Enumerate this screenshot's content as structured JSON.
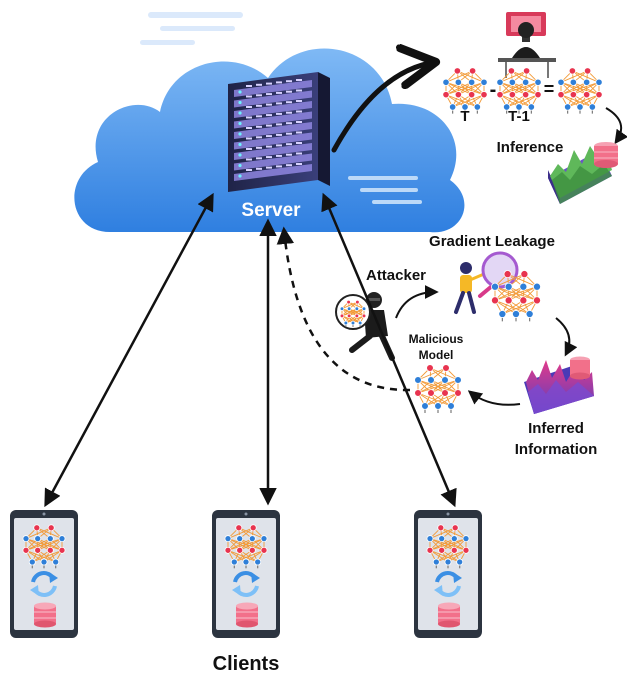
{
  "server": {
    "label": "Server"
  },
  "inference": {
    "label": "Inference",
    "t_label": "T",
    "t1_label": "T-1",
    "minus": "-",
    "equals": "="
  },
  "attacker": {
    "label": "Attacker"
  },
  "gradient_leakage": {
    "label": "Gradient Leakage"
  },
  "malicious_model": {
    "line1": "Malicious",
    "line2": "Model"
  },
  "inferred_information": {
    "line1": "Inferred",
    "line2": "Information"
  },
  "clients": {
    "label": "Clients",
    "count": 3
  },
  "colors": {
    "cloud": "#3d8ee8",
    "cloud_light": "#8cc4f7",
    "nn_node_red": "#e8344f",
    "nn_node_blue": "#2f7fd8",
    "nn_link": "#f29a38",
    "database": "#f2708a",
    "device_frame": "#2c3440",
    "device_screen": "#dfe3ea",
    "arrow": "#111111"
  }
}
